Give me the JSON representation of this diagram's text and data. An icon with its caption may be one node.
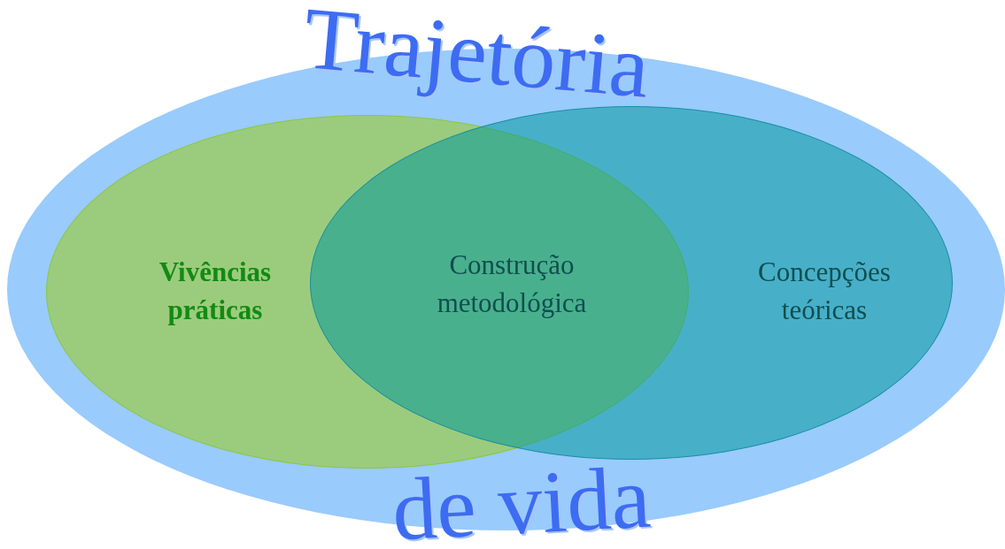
{
  "diagram": {
    "nodes": [
      {
        "text": [
          "Trajetória",
          "de vida"
        ]
      },
      {
        "text": [
          "Vivências práticas"
        ],
        "in": 0
      },
      {
        "text": [
          "Concepções teóricas"
        ],
        "in": 0
      }
    ],
    "labels": [
      "Construção metodológica"
    ]
  }
}
